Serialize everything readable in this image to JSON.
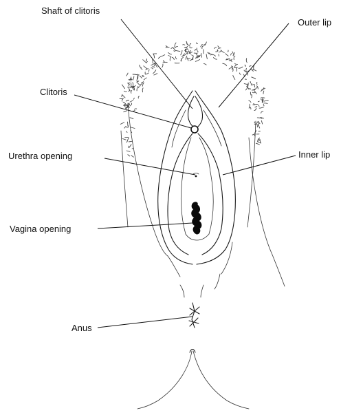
{
  "labels": {
    "shaft_of_clitoris": "Shaft of clitoris",
    "outer_lip": "Outer lip",
    "clitoris": "Clitoris",
    "urethra_opening": "Urethra opening",
    "inner_lip": "Inner lip",
    "vagina_opening": "Vagina opening",
    "anus": "Anus"
  },
  "colors": {
    "ink": "#111111",
    "background": "#ffffff"
  }
}
